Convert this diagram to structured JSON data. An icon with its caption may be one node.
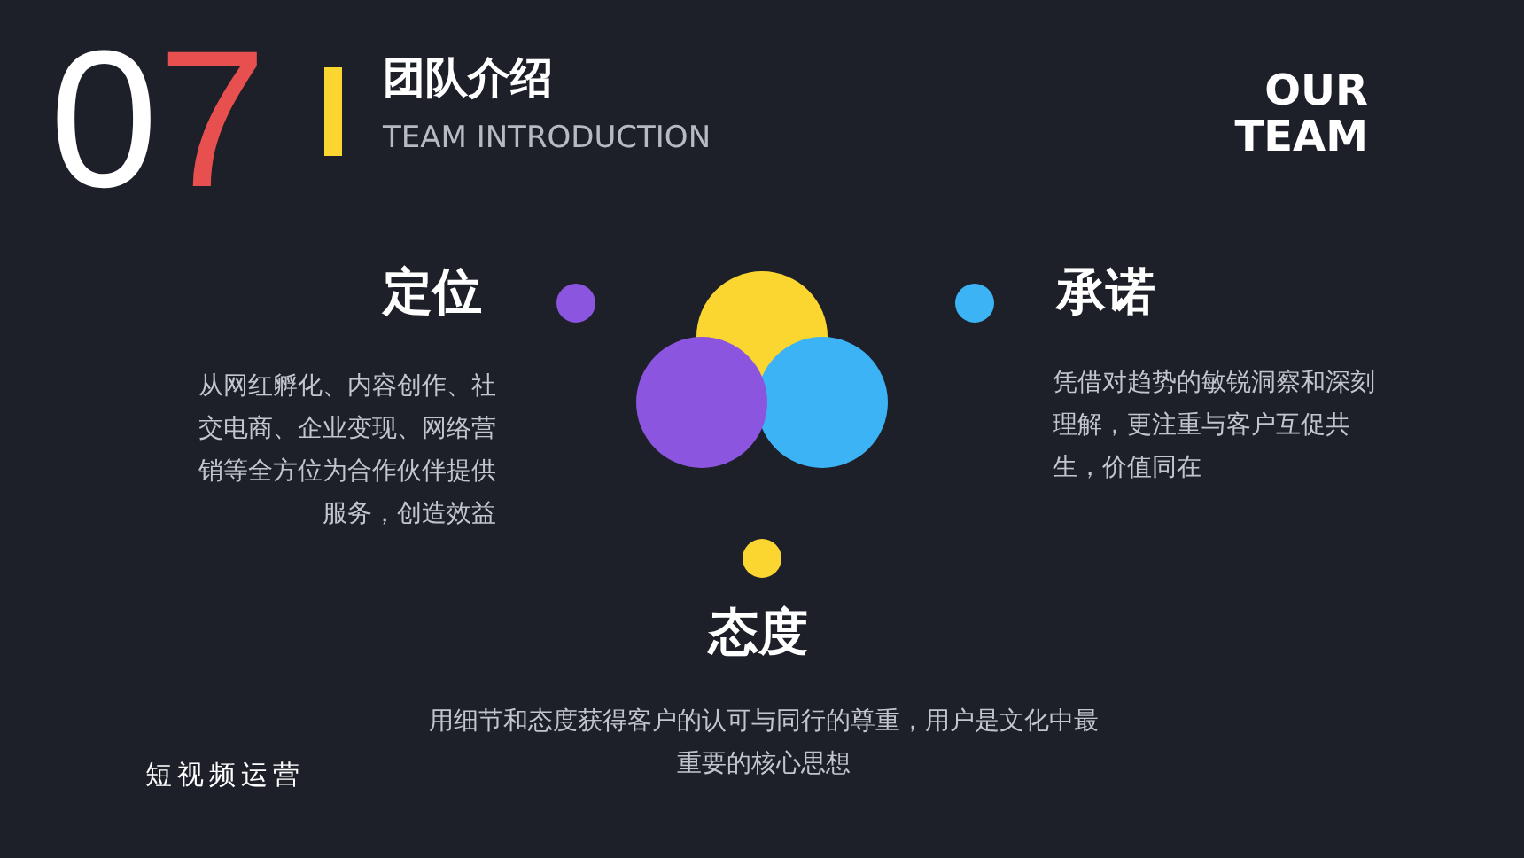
{
  "diagram": {
    "title": "团队介绍",
    "labels": [
      "07",
      "TEAM INTRODUCTION",
      "OUR TEAM",
      "定位",
      "从网红孵化、内容创作、社交电商、企业变现、网络营销等全方位为合作伙伴提供服务，创造效益",
      "承诺",
      "凭借对趋势的敏锐洞察和深刻理解，更注重与客户互促共生，价值同在",
      "态度",
      "用细节和态度获得客户的认可与同行的尊重，用户是文化中最重要的核心思想",
      "短视频运营"
    ]
  }
}
